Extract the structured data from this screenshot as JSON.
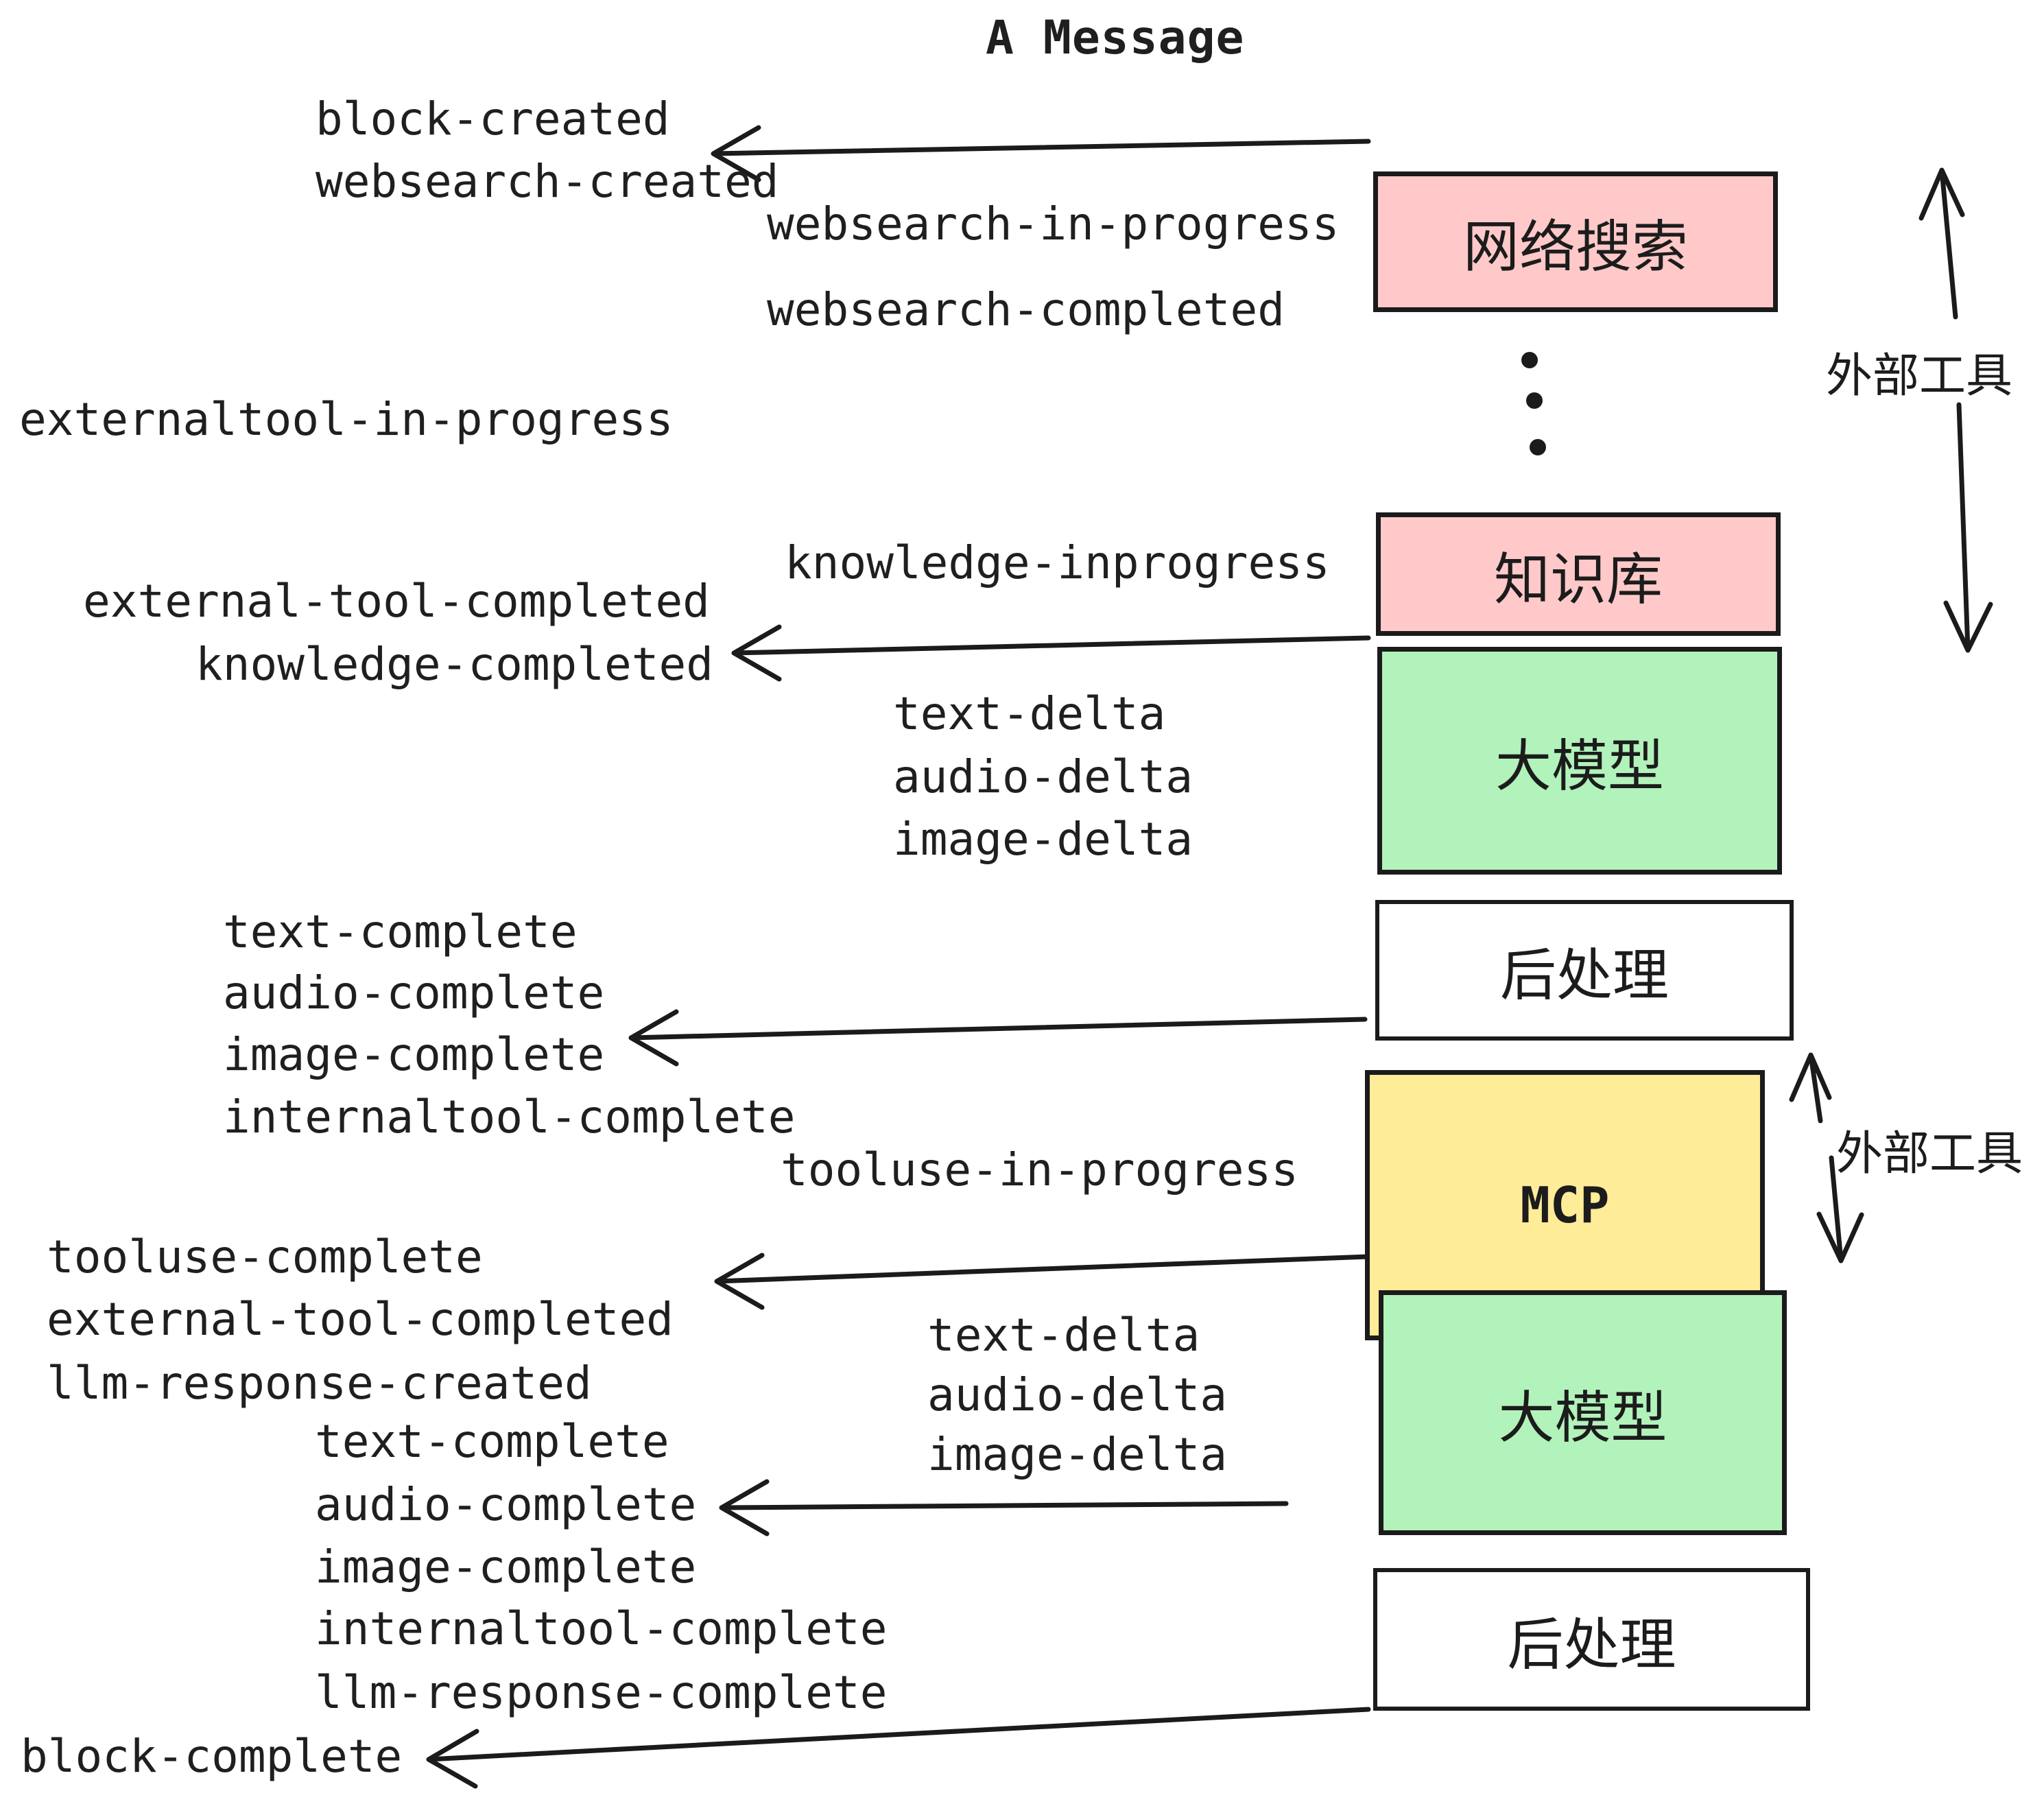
{
  "title": "A Message",
  "colors": {
    "background": "#ffffff",
    "ink": "#1b1b1b",
    "box_pink": "#ffc9c9",
    "box_green": "#b2f2bb",
    "box_yellow": "#ffec99",
    "box_white": "#ffffff"
  },
  "boxes": [
    {
      "name": "websearch",
      "label": "网络搜索",
      "fill": "#ffc9c9"
    },
    {
      "name": "knowledge-base",
      "label": "知识库",
      "fill": "#ffc9c9"
    },
    {
      "name": "llm-1",
      "label": "大模型",
      "fill": "#b2f2bb"
    },
    {
      "name": "post-processing-1",
      "label": "后处理",
      "fill": "#ffffff"
    },
    {
      "name": "mcp",
      "label": "MCP",
      "fill": "#ffec99"
    },
    {
      "name": "llm-2",
      "label": "大模型",
      "fill": "#b2f2bb"
    },
    {
      "name": "post-processing-2",
      "label": "后处理",
      "fill": "#ffffff"
    }
  ],
  "events": {
    "block_created": "block-created",
    "websearch_created": "websearch-created",
    "websearch_in_progress": "websearch-in-progress",
    "websearch_completed": "websearch-completed",
    "externaltool_in_progress": "externaltool-in-progress",
    "knowledge_inprogress": "knowledge-inprogress",
    "external_tool_completed": "external-tool-completed",
    "knowledge_completed": "knowledge-completed",
    "text_delta": "text-delta",
    "audio_delta": "audio-delta",
    "image_delta": "image-delta",
    "text_complete": "text-complete",
    "audio_complete": "audio-complete",
    "image_complete": "image-complete",
    "internaltool_complete": "internaltool-complete",
    "tooluse_in_progress": "tooluse-in-progress",
    "tooluse_complete": "tooluse-complete",
    "llm_response_created": "llm-response-created",
    "llm_response_complete": "llm-response-complete",
    "block_complete": "block-complete"
  },
  "side": {
    "external_tools": "外部工具"
  },
  "icons": {
    "arrow_left": "←",
    "arrow_up": "↑",
    "arrow_down": "↓",
    "ellipsis_vertical": "⋮"
  }
}
